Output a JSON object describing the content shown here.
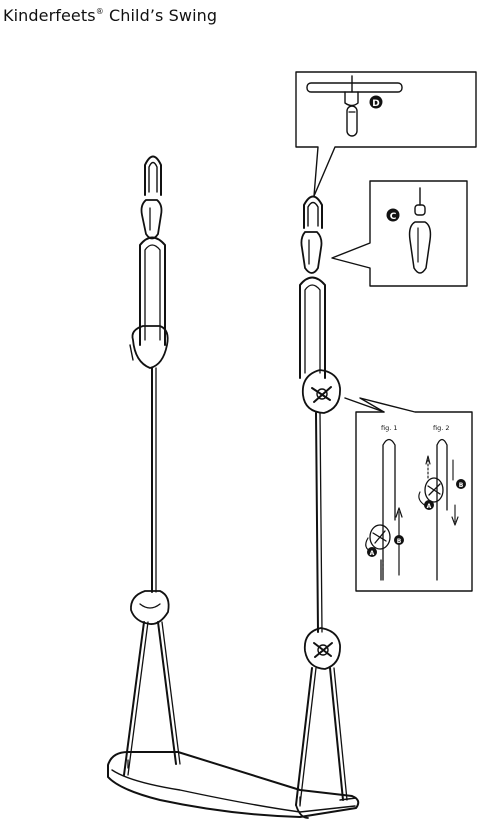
{
  "title": {
    "brand": "Kinderfeets",
    "mark": "®",
    "product": " Child’s Swing"
  },
  "callouts": {
    "d": "D",
    "c": "C",
    "fig1": "fig. 1",
    "fig2": "fig. 2",
    "a1": "A",
    "b1": "B",
    "a2": "A",
    "b2": "B"
  }
}
